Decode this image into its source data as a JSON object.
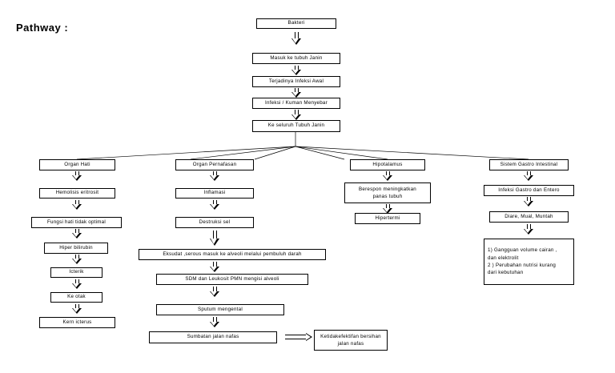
{
  "page": {
    "title": "Pathway :"
  },
  "nodes": {
    "bakteri": "Bakteri",
    "masuk": "Masuk ke tubuh Janin",
    "infeksi_awal": "Terjadinya Infeksi Awal",
    "menyebar": "Infeksi / Kuman Menyebar",
    "keseluruh": "Ke seluruh Tubuh Janin",
    "organ_hati": "Organ Hati",
    "hemolisis": "Hemolisis eritrosit",
    "fungsi_hati": "Fungsi hati tidak optimal",
    "hiperbilirubin": "Hiper bilirubin",
    "ikterik": "Icterik",
    "ke_otak": "Ke otak",
    "kern_icterus": "Kern icterus",
    "organ_pernafasan": "Organ Pernafasan",
    "inflamasi": "Inflamasi",
    "destruksi_sel": "Destruksi sel",
    "eksudat": "Eksudat ,serous masuk ke alveoli melalui pembuluh darah",
    "sdm_leukosit": "SDM dan Leukosit PMN mengisi alveoli",
    "sputum": "Sputum mengental",
    "sumbatan": "Sumbatan jalan nafas",
    "ketidakefektifan": "Ketidakefektifan bersihan\njalan nafas",
    "hipotalamus": "Hipotalamus",
    "berespon": "Berespon meningkatkan\npanas tubuh",
    "hipertermi": "Hipertermi",
    "gastro": "Sistem Gastro Intestinal",
    "infeksi_gastro": "Infeksi Gastro dan Entero",
    "diare": "Diare, Mual, Muntah",
    "masalah_gi": "1) Gangguan volume cairan ,\n      dan elektrolit\n2 ) Perubahan nutrisi kurang\n        dari kebutuhan"
  },
  "icons": {
    "down_arrow": "down-block-arrow",
    "right_arrow": "right-block-arrow"
  }
}
